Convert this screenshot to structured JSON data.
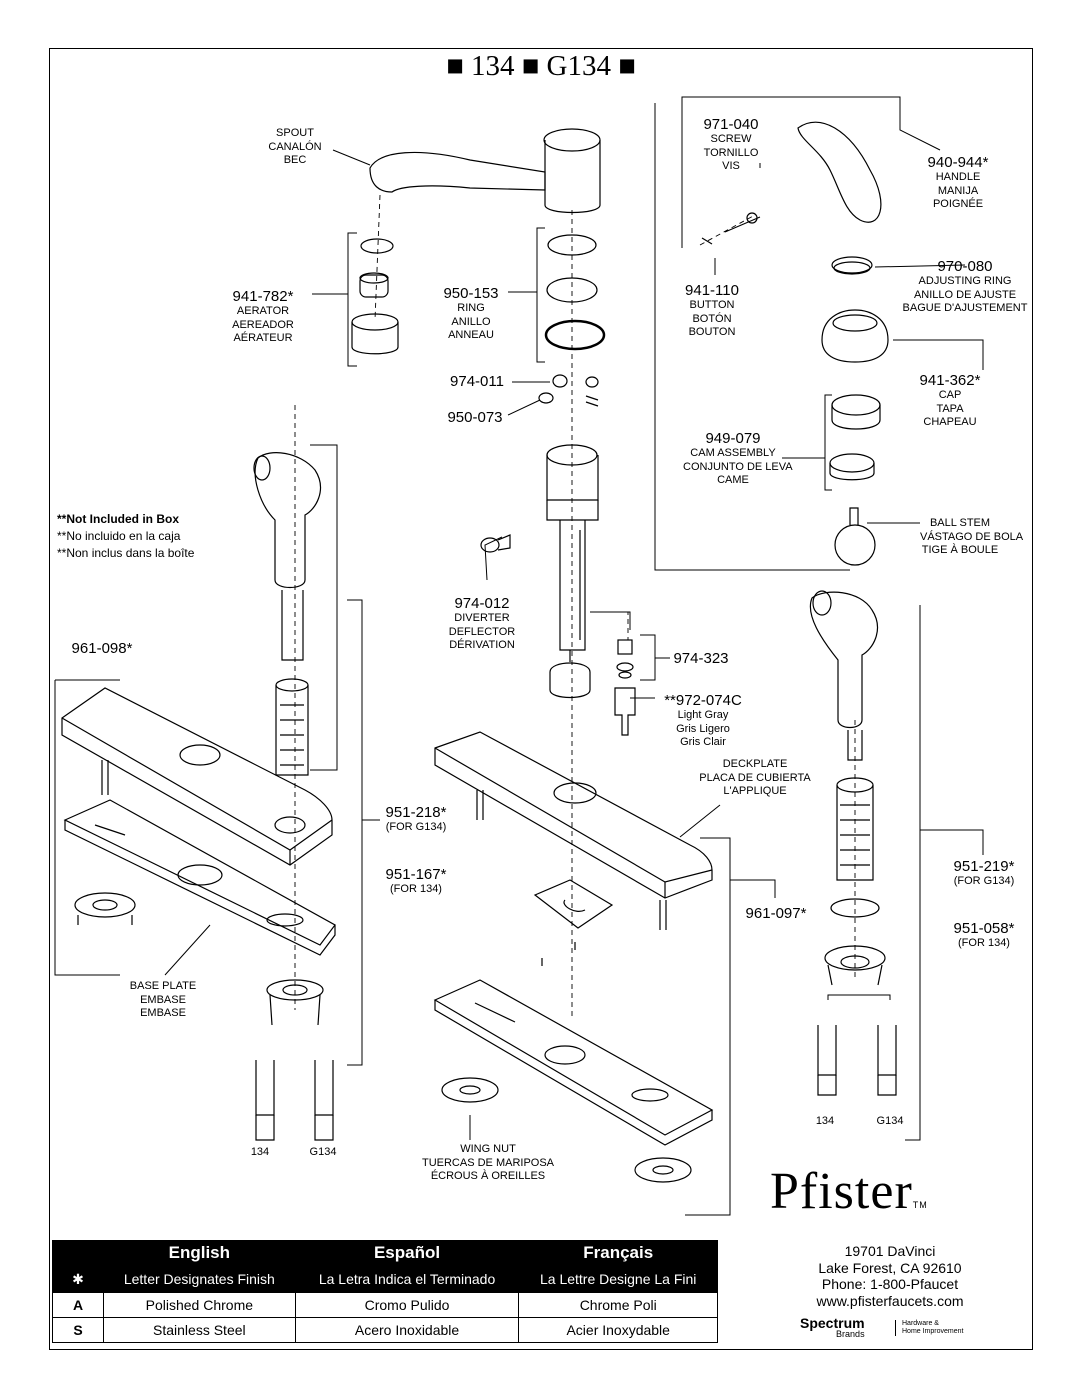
{
  "title": "■ 134 ■ G134 ■",
  "parts": {
    "spout": [
      "SPOUT",
      "CANALÓN",
      "BEC"
    ],
    "aerator": {
      "pn": "941-782*",
      "names": [
        "AERATOR",
        "AEREADOR",
        "AÉRATEUR"
      ]
    },
    "ring": {
      "pn": "950-153",
      "names": [
        "RING",
        "ANILLO",
        "ANNEAU"
      ]
    },
    "p974_011": "974-011",
    "p950_073": "950-073",
    "screw": {
      "pn": "971-040",
      "names": [
        "SCREW",
        "TORNILLO",
        "VIS"
      ]
    },
    "handle": {
      "pn": "940-944*",
      "names": [
        "HANDLE",
        "MANIJA",
        "POIGNÉE"
      ]
    },
    "button": {
      "pn": "941-110",
      "names": [
        "BUTTON",
        "BOTÓN",
        "BOUTON"
      ]
    },
    "adjusting_ring": {
      "pn": "970-080",
      "names": [
        "ADJUSTING RING",
        "ANILLO DE AJUSTE",
        "BAGUE D'AJUSTEMENT"
      ]
    },
    "cap": {
      "pn": "941-362*",
      "names": [
        "CAP",
        "TAPA",
        "CHAPEAU"
      ]
    },
    "cam": {
      "pn": "949-079",
      "names": [
        "CAM ASSEMBLY",
        "CONJUNTO DE LEVA",
        "CAME"
      ]
    },
    "ball_stem": [
      "BALL STEM",
      "VÁSTAGO DE BOLA",
      "TIGE À BOULE"
    ],
    "diverter": {
      "pn": "974-012",
      "names": [
        "DIVERTER",
        "DEFLECTOR",
        "DÉRIVATION"
      ]
    },
    "p974_323": "974-323",
    "p972_074c": {
      "pn": "**972-074C",
      "names": [
        "Light Gray",
        "Gris Ligero",
        "Gris Clair"
      ]
    },
    "deckplate": [
      "DECKPLATE",
      "PLACA DE CUBIERTA",
      "L'APPLIQUE"
    ],
    "p961_098": "961-098*",
    "p951_218": {
      "pn": "951-218*",
      "note": "(FOR G134)"
    },
    "p951_167": {
      "pn": "951-167*",
      "note": "(FOR 134)"
    },
    "p961_097": "961-097*",
    "p951_219": {
      "pn": "951-219*",
      "note": "(FOR G134)"
    },
    "p951_058": {
      "pn": "951-058*",
      "note": "(FOR 134)"
    },
    "base_plate": [
      "BASE PLATE",
      "EMBASE",
      "EMBASE"
    ],
    "wing_nut": [
      "WING NUT",
      "TUERCAS DE MARIPOSA",
      "ÉCROUS À OREILLES"
    ],
    "left_134": "134",
    "left_g134": "G134",
    "right_134": "134",
    "right_g134": "G134"
  },
  "note": {
    "line1": "**Not Included in Box",
    "line2": "**No incluido en la caja",
    "line3": "**Non inclus dans la boîte"
  },
  "finish_table": {
    "headers": [
      "English",
      "Español",
      "Français"
    ],
    "sub_symbol": "✱",
    "sub": [
      "Letter Designates Finish",
      "La Letra Indica el Terminado",
      "La Lettre Designe La Fini"
    ],
    "rows": [
      {
        "code": "A",
        "en": "Polished Chrome",
        "es": "Cromo Pulido",
        "fr": "Chrome Poli"
      },
      {
        "code": "S",
        "en": "Stainless Steel",
        "es": "Acero Inoxidable",
        "fr": "Acier Inoxydable"
      }
    ]
  },
  "brand": {
    "name": "Pfister",
    "tm": "TM",
    "address1": "19701 DaVinci",
    "address2": "Lake Forest, CA 92610",
    "phone": "Phone: 1-800-Pfaucet",
    "web": "www.pfisterfaucets.com",
    "parent": "Spectrum",
    "parent_sub": "Brands",
    "division1": "Hardware &",
    "division2": "Home Improvement"
  }
}
